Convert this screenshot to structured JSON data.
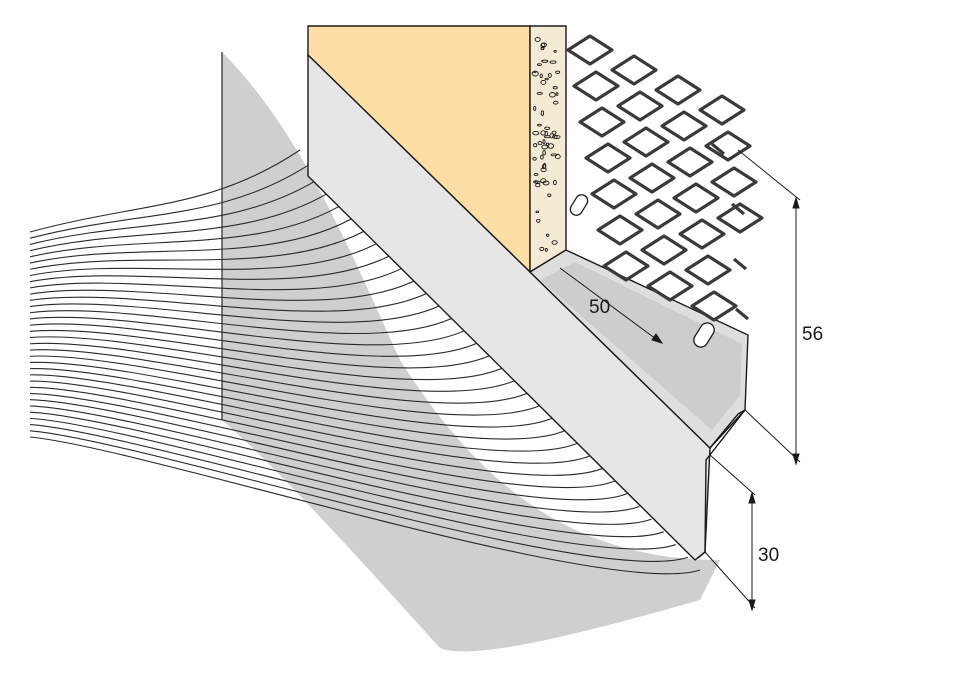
{
  "dimensions": {
    "width_label": "50",
    "height_label": "56",
    "drip_label": "30"
  },
  "colors": {
    "insulation": "#fddfa6",
    "render_board": "#f3ebd4",
    "profile_face": "#e6e6e6",
    "profile_shadow": "#c8c8c8",
    "mesh": "#5f5f5f",
    "outline": "#1a1a1a"
  }
}
